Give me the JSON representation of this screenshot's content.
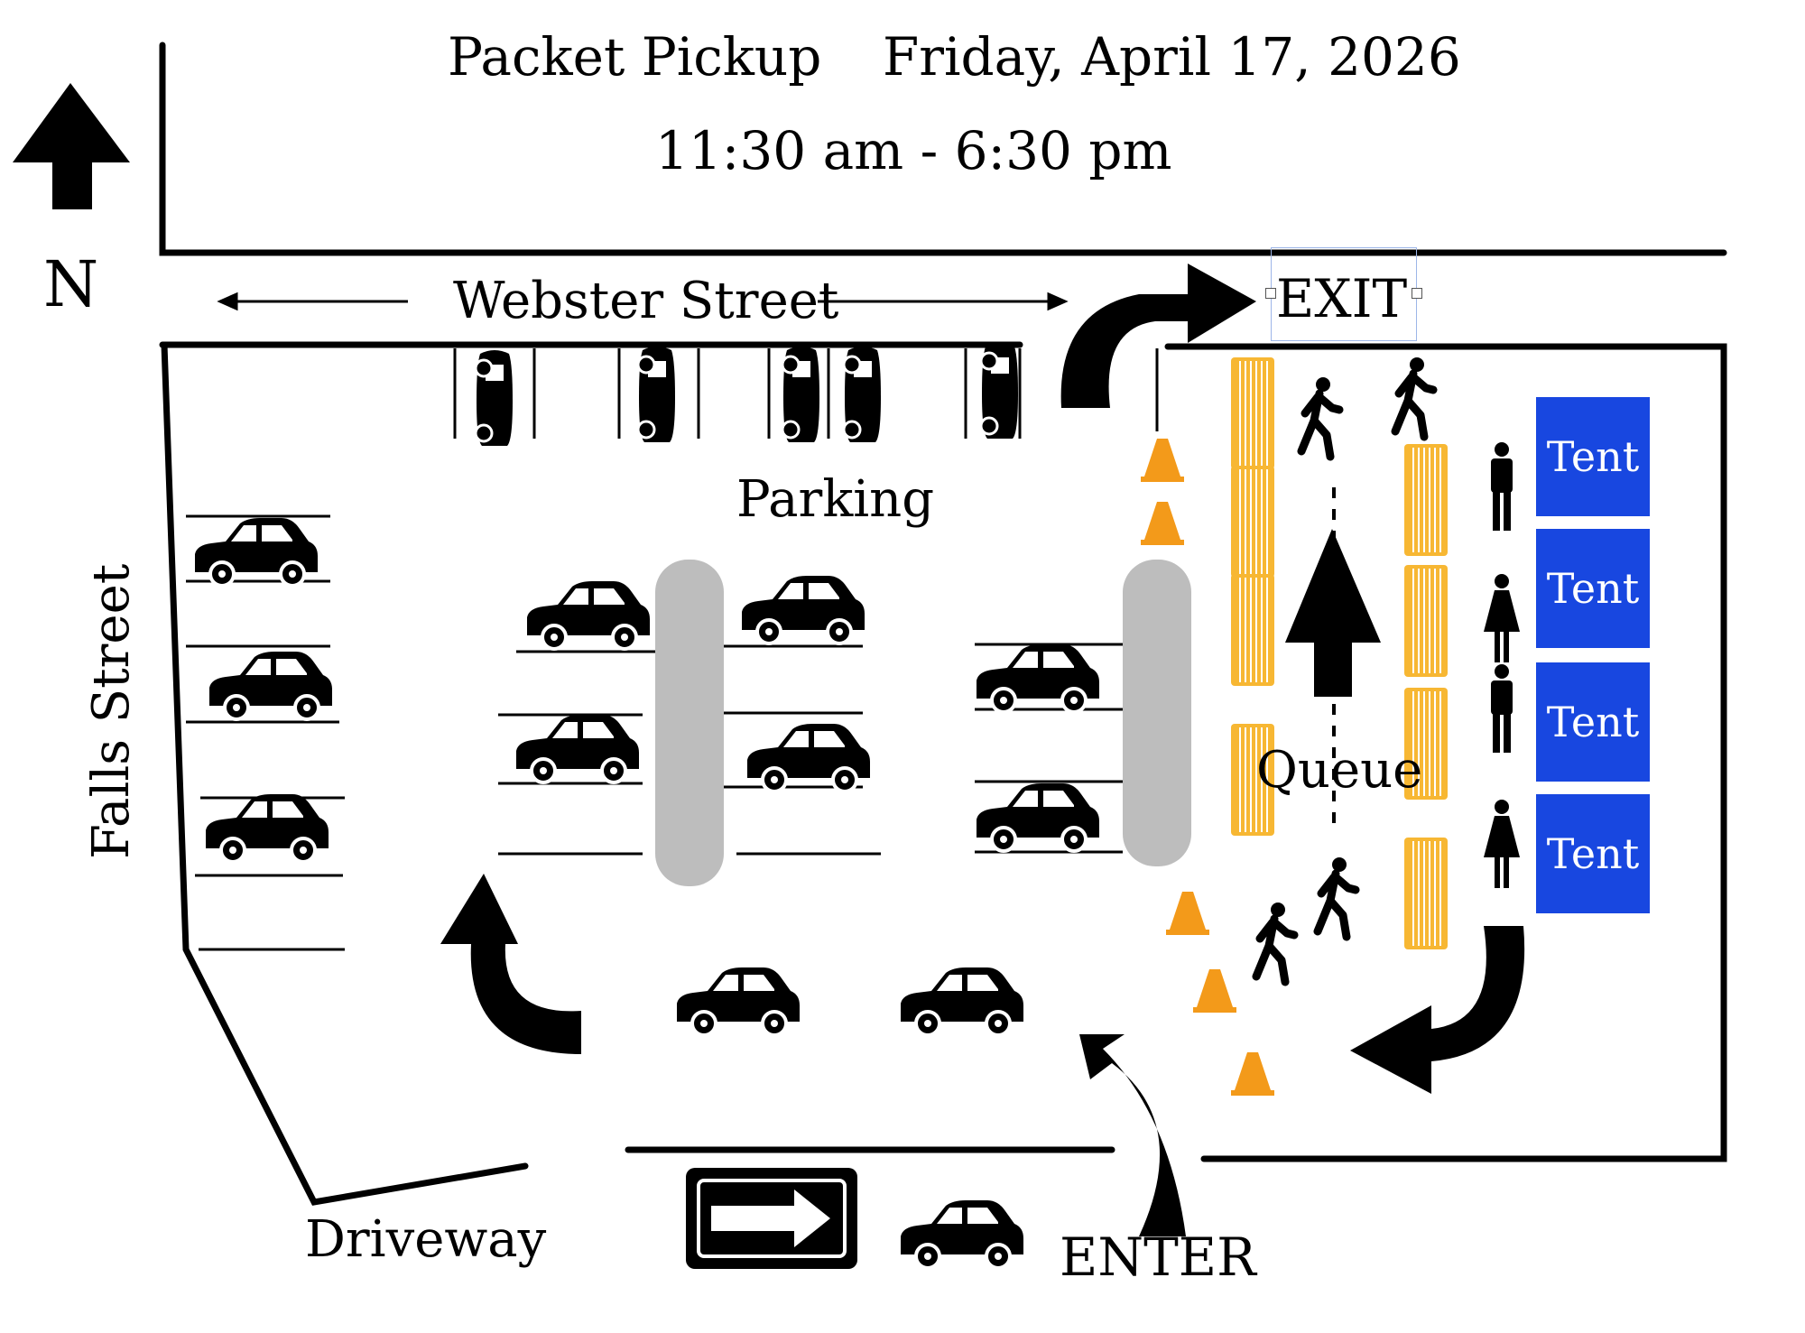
{
  "header": {
    "event": "Packet Pickup",
    "date": "Friday, April 17, 2026",
    "hours": "11:30 am - 6:30 pm"
  },
  "compass": {
    "label": "N",
    "icon": "north-arrow-icon"
  },
  "streets": {
    "north": "Webster Street",
    "west": "Falls Street"
  },
  "labels": {
    "parking": "Parking",
    "queue": "Queue",
    "exit": "EXIT",
    "enter": "ENTER",
    "driveway": "Driveway"
  },
  "tents": [
    "Tent",
    "Tent",
    "Tent",
    "Tent"
  ],
  "colors": {
    "tent": "#1847e0",
    "cone": "#f39a1a",
    "barrier": "#f7b733",
    "island": "#bdbdbd"
  },
  "icons": {
    "car": "car-icon",
    "walker": "walking-person-icon",
    "man": "man-icon",
    "woman": "woman-icon",
    "cone": "traffic-cone-icon",
    "one_way_sign": "one-way-sign-icon"
  }
}
